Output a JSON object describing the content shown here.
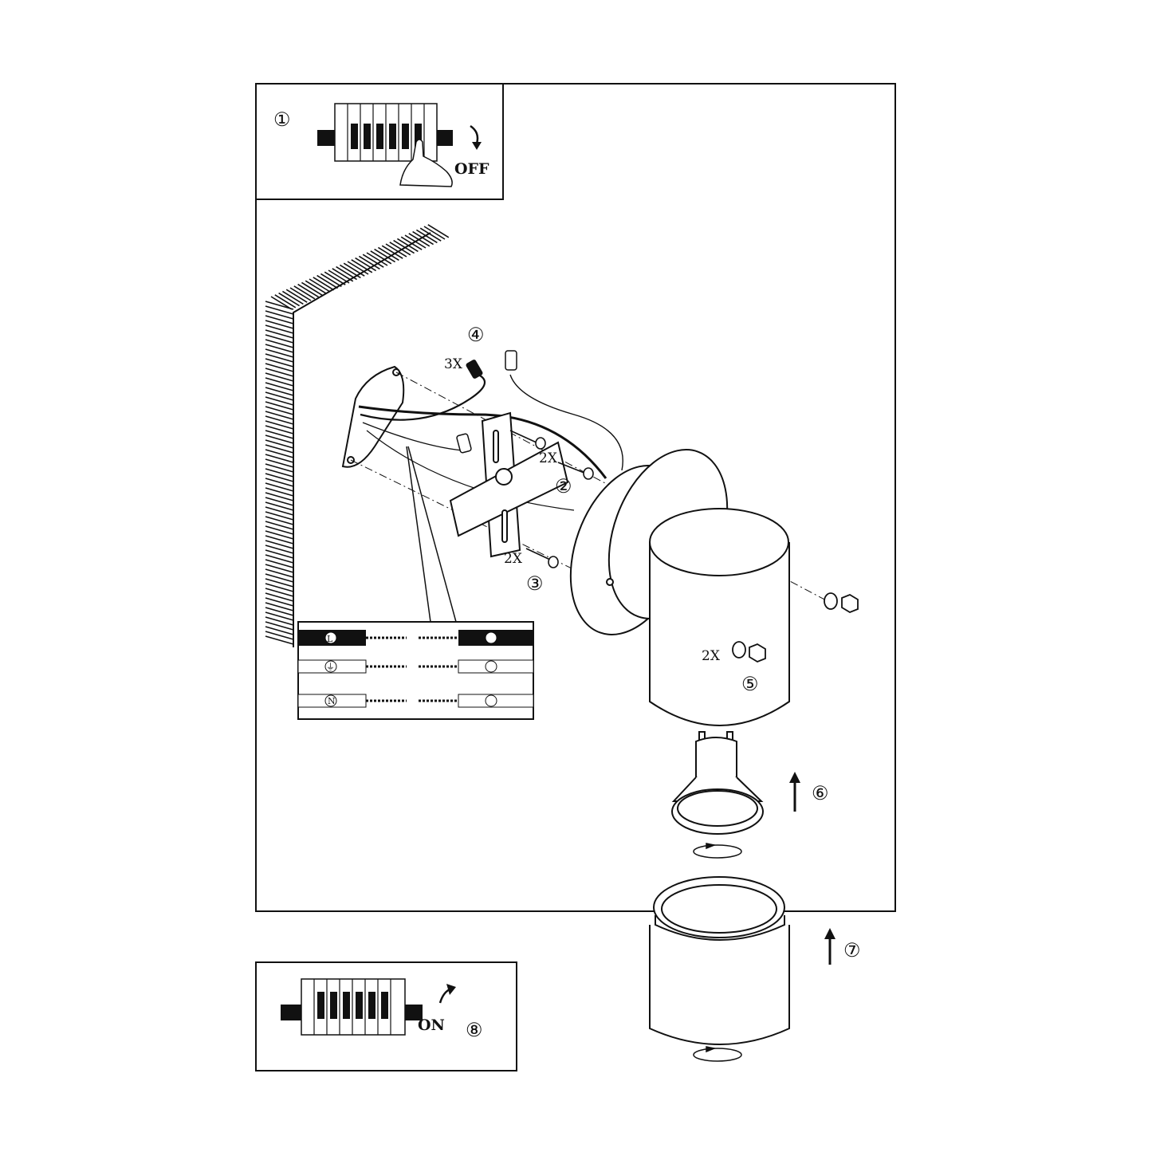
{
  "steps": {
    "s1": "①",
    "s2": "②",
    "s3": "③",
    "s4": "④",
    "s5": "⑤",
    "s6": "⑥",
    "s7": "⑦",
    "s8": "⑧"
  },
  "labels": {
    "off": "OFF",
    "on": "ON",
    "qty_wire_nuts": "3X",
    "qty_screws_bracket": "2X",
    "qty_screws_wall": "2X",
    "qty_nuts": "2X"
  },
  "wires": {
    "row1_symbol": "L",
    "row2_symbol": "⏚",
    "row3_symbol": "N"
  },
  "colors": {
    "line": "#111111",
    "background": "#ffffff"
  }
}
